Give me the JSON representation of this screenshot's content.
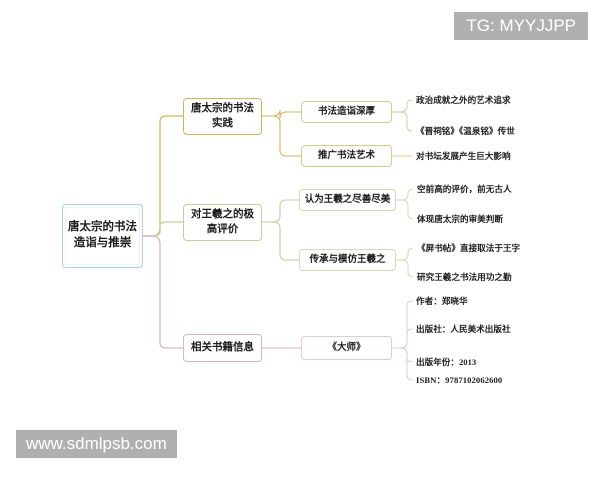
{
  "meta": {
    "colors": {
      "root": "#a9cfe2",
      "branch1": "#d7b35c",
      "branch2": "#bcd39a",
      "branch3": "#dfb3bd",
      "watermark_bg": "#b0b0b0",
      "text": "#1b1b1b",
      "background": "#ffffff"
    }
  },
  "mindmap": {
    "root": {
      "label": "唐太宗的书法造诣与推崇"
    },
    "branches": [
      {
        "label": "唐太宗的书法实践",
        "children": [
          {
            "label": "书法造诣深厚",
            "leaves": [
              "政治成就之外的艺术追求",
              "《晋祠铭》《温泉铭》传世"
            ]
          },
          {
            "label": "推广书法艺术",
            "leaves": [
              "对书坛发展产生巨大影响"
            ]
          }
        ]
      },
      {
        "label": "对王羲之的极高评价",
        "children": [
          {
            "label": "认为王羲之尽善尽美",
            "leaves": [
              "空前高的评价，前无古人",
              "体现唐太宗的审美判断"
            ]
          },
          {
            "label": "传承与模仿王羲之",
            "leaves": [
              "《屏书帖》直接取法于王字",
              "研究王羲之书法用功之勤"
            ]
          }
        ]
      },
      {
        "label": "相关书籍信息",
        "children": [
          {
            "label": "《大师》",
            "leaves": [
              "作者：郑晓华",
              "出版社：人民美术出版社",
              "出版年份：2013",
              "ISBN：9787102062600"
            ]
          }
        ]
      }
    ]
  },
  "watermarks": {
    "top_right": "TG: MYYJJPP",
    "bottom_left": "www.sdmlpsb.com"
  }
}
